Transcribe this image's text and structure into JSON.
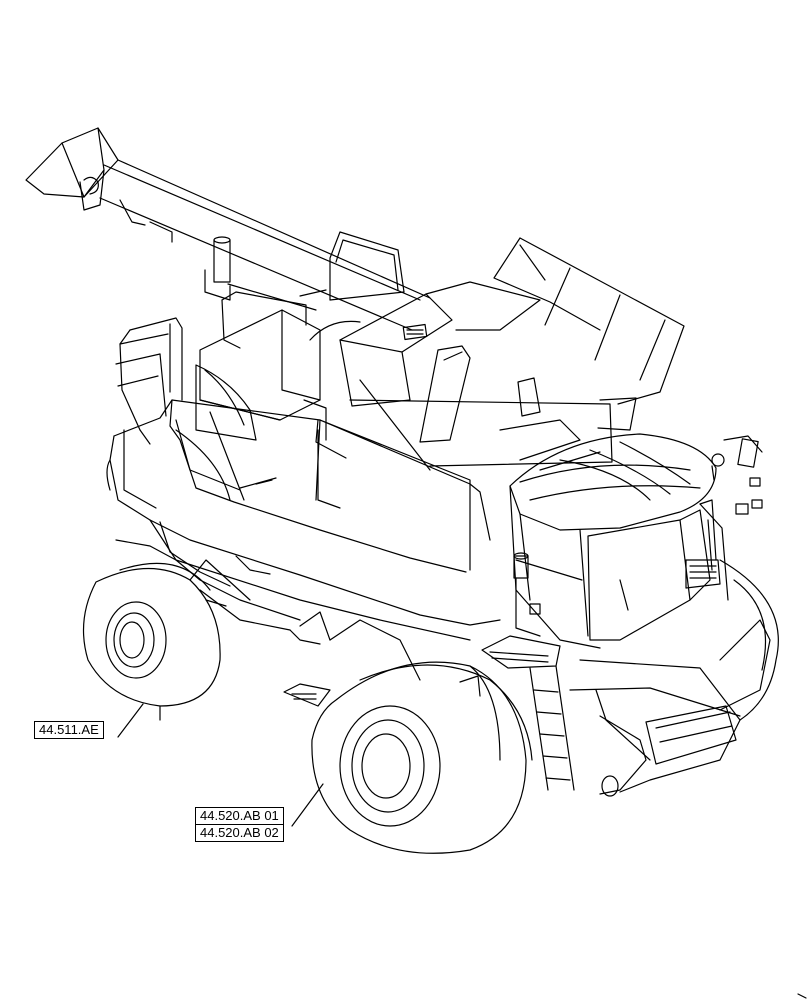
{
  "diagram": {
    "callouts": {
      "front_tire_ref": "44.511.AE",
      "rear_tire_ref_1": "44.520.AB 01",
      "rear_tire_ref_2": "44.520.AB 02"
    },
    "colors": {
      "line": "#000000",
      "background": "#ffffff"
    }
  }
}
